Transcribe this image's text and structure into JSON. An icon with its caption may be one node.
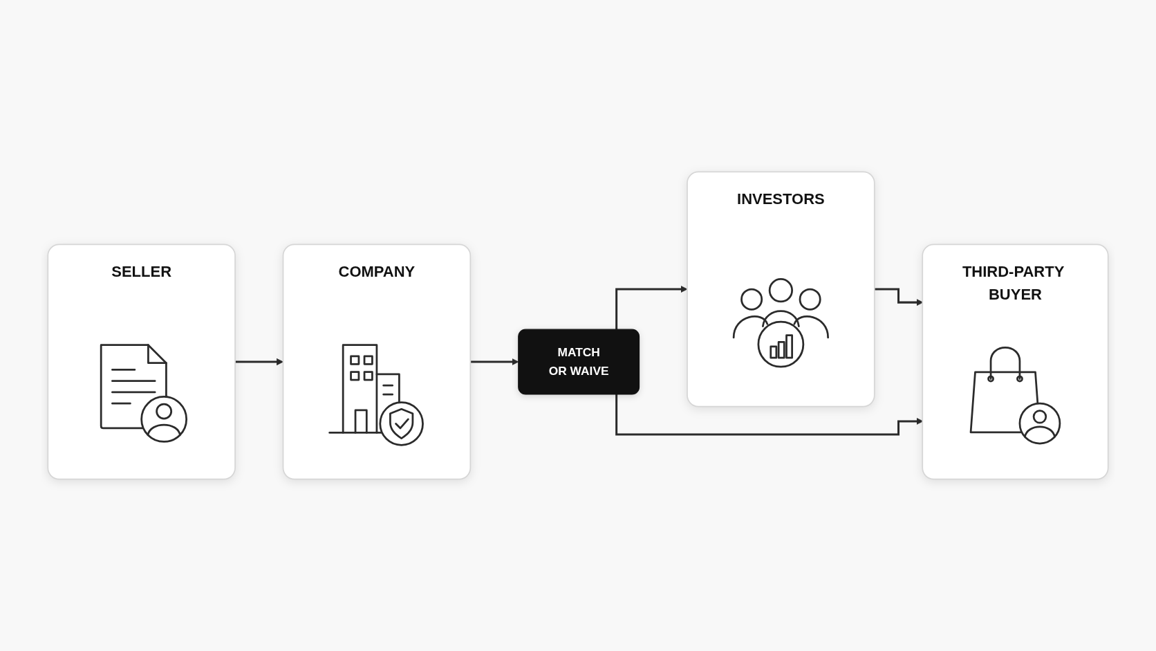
{
  "diagram": {
    "nodes": [
      {
        "text": [
          "SELLER"
        ]
      },
      {
        "text": [
          "COMPANY"
        ]
      },
      {
        "text": [
          "MATCH OR WAIVE"
        ]
      },
      {
        "text": [
          "INVESTORS"
        ]
      },
      {
        "text": [
          "THIRD-PARTY BUYER"
        ]
      }
    ],
    "edges": [
      {
        "from": 0,
        "to": 1,
        "arrow": "to"
      },
      {
        "from": 1,
        "to": 2,
        "arrow": "to"
      },
      {
        "from": 2,
        "to": 3,
        "arrow": "to"
      },
      {
        "from": 3,
        "to": 4,
        "arrow": "to"
      },
      {
        "from": 2,
        "to": 4,
        "arrow": "to"
      }
    ]
  }
}
